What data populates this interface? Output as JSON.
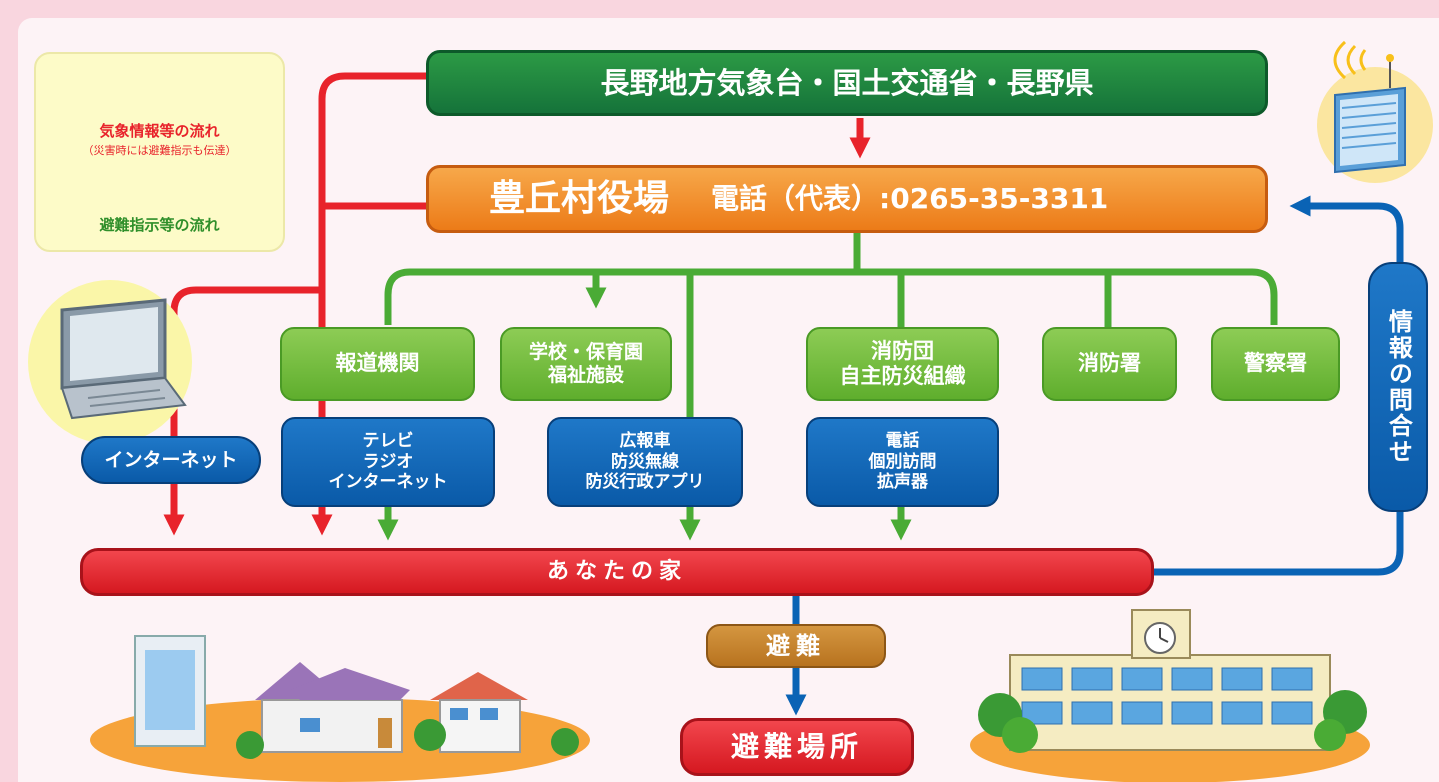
{
  "legend": {
    "red_label": "気象情報等の流れ",
    "red_note": "（災害時には避難指示も伝達）",
    "green_label": "避難指示等の流れ"
  },
  "top_source": "長野地方気象台・国土交通省・長野県",
  "village_office": {
    "name": "豊丘村役場",
    "phone": "電話（代表）:0265-35-3311"
  },
  "orgs": {
    "press": "報道機関",
    "school": "学校・保育園\n福祉施設",
    "firecorps": "消防団\n自主防災組織",
    "firestation": "消防署",
    "police": "警察署"
  },
  "channels": {
    "internet": "インターネット",
    "media": "テレビ\nラジオ\nインターネット",
    "vehicle": "広報車\n防災無線\n防災行政アプリ",
    "phone": "電話\n個別訪問\n拡声器"
  },
  "inquiry": "情報の問合せ",
  "home": "あなたの家",
  "evacuate": "避難",
  "shelter": "避難場所",
  "colors": {
    "red_flow": "#e8232b",
    "green_flow": "#4aab35",
    "blue_flow": "#0a63b5"
  },
  "icons": [
    "laptop-icon",
    "antenna-building-icon",
    "houses-icon",
    "school-building-icon"
  ]
}
